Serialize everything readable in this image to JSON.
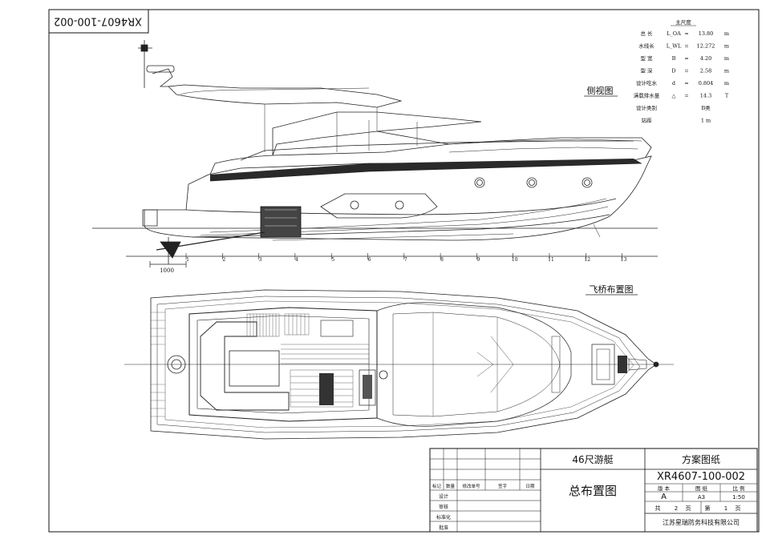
{
  "drawing_number_top": "XR4607-100-002",
  "drawing_number_title_block": "XR4607-100-002",
  "views": {
    "side_view_title": "侧视图",
    "flybridge_title": "飞桥布置图"
  },
  "scale_bar_label": "1000",
  "station_numbers": [
    "1",
    "2",
    "3",
    "4",
    "5",
    "6",
    "7",
    "8",
    "9",
    "10",
    "11",
    "12",
    "13"
  ],
  "main_dimensions": {
    "title": "主尺度",
    "rows": [
      {
        "label": "总 长",
        "symbol": "L_OA",
        "value": "13.80",
        "unit": "m"
      },
      {
        "label": "水线长",
        "symbol": "L_WL",
        "value": "12.272",
        "unit": "m"
      },
      {
        "label": "型 宽",
        "symbol": "B",
        "value": "4.20",
        "unit": "m"
      },
      {
        "label": "型 深",
        "symbol": "D",
        "value": "2.58",
        "unit": "m"
      },
      {
        "label": "设计吃水",
        "symbol": "d",
        "value": "0.804",
        "unit": "m"
      },
      {
        "label": "满载排水量",
        "symbol": "△",
        "value": "14.3",
        "unit": "T"
      },
      {
        "label": "设计类别",
        "symbol": "",
        "value": "B类",
        "unit": ""
      },
      {
        "label": "站距",
        "symbol": "",
        "value": "1 m",
        "unit": ""
      }
    ]
  },
  "title_block": {
    "project_name": "46尺游艇",
    "drawing_title": "总布置图",
    "stage": "方案图纸",
    "revision_headers": [
      "标记",
      "数量",
      "修改单号",
      "签字",
      "日期"
    ],
    "role_labels": [
      "设计",
      "审核",
      "标准化",
      "批准"
    ],
    "meta_headers": [
      "版 本",
      "图 纸",
      "比 例"
    ],
    "meta_values": [
      "A",
      "A3",
      "1:50"
    ],
    "total_pages_prefix": "共",
    "total_pages": "2",
    "total_pages_suffix": "页",
    "page_prefix": "第",
    "page_no": "1",
    "page_suffix": "页",
    "company": "江苏星瑞防务科技有限公司"
  }
}
